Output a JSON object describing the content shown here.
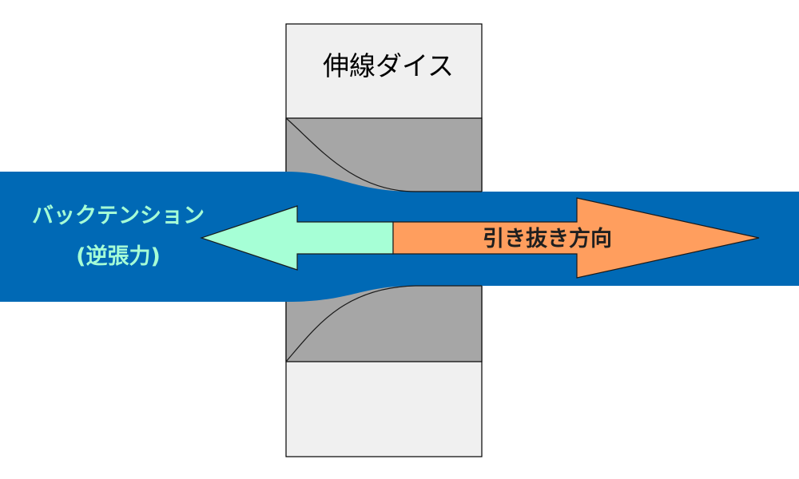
{
  "die": {
    "label": "伸線ダイス"
  },
  "back_tension": {
    "line1": "バックテンション",
    "line2": "(逆張力)"
  },
  "pull_direction": {
    "label": "引き抜き方向"
  },
  "colors": {
    "wire": "#0069B5",
    "die_block": "#F0F0F0",
    "die_insert": "#A6A6A6",
    "back_arrow": "#A6FFD6",
    "back_text": "#A6FFD6",
    "pull_arrow": "#FF9E5E"
  }
}
